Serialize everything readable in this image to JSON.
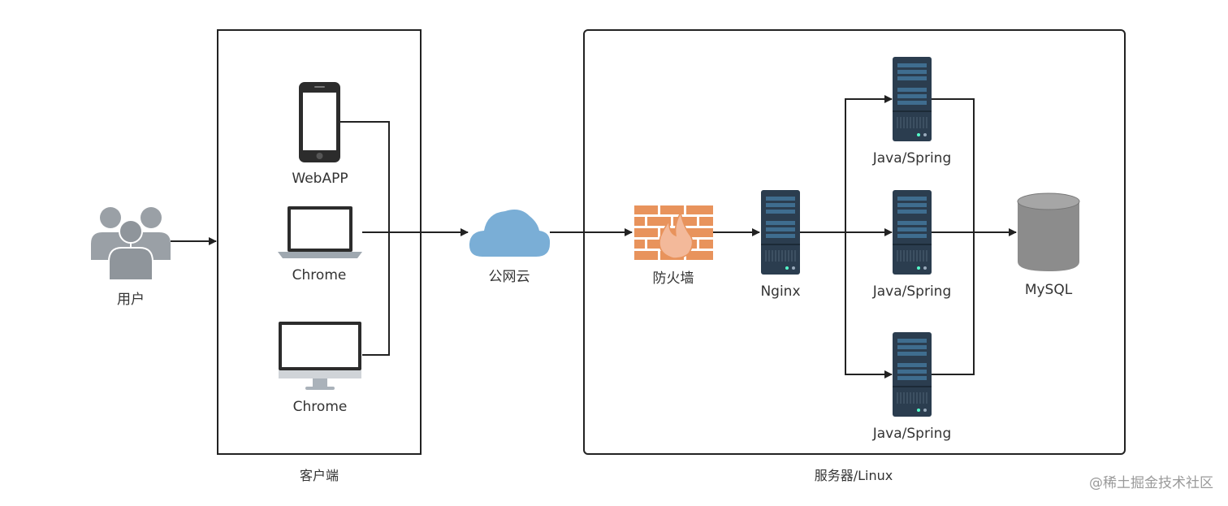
{
  "groups": {
    "client": "客户端",
    "server": "服务器/Linux"
  },
  "nodes": {
    "user": "用户",
    "webapp": "WebAPP",
    "laptop_chrome": "Chrome",
    "desktop_chrome": "Chrome",
    "cloud": "公网云",
    "firewall": "防火墙",
    "nginx": "Nginx",
    "app_server_1": "Java/Spring",
    "app_server_2": "Java/Spring",
    "app_server_3": "Java/Spring",
    "database": "MySQL"
  },
  "watermark": "@稀土掘金技术社区",
  "colors": {
    "user_icon": "#9aa0a6",
    "cloud": "#7aaed6",
    "firewall": "#e8935c",
    "flame": "#f3b99a",
    "server_body": "#2b3d4f",
    "server_slot": "#3f6d8f",
    "database": "#8c8c8c",
    "device_frame": "#2c2c2c",
    "laptop_base": "#9fa8b0"
  }
}
